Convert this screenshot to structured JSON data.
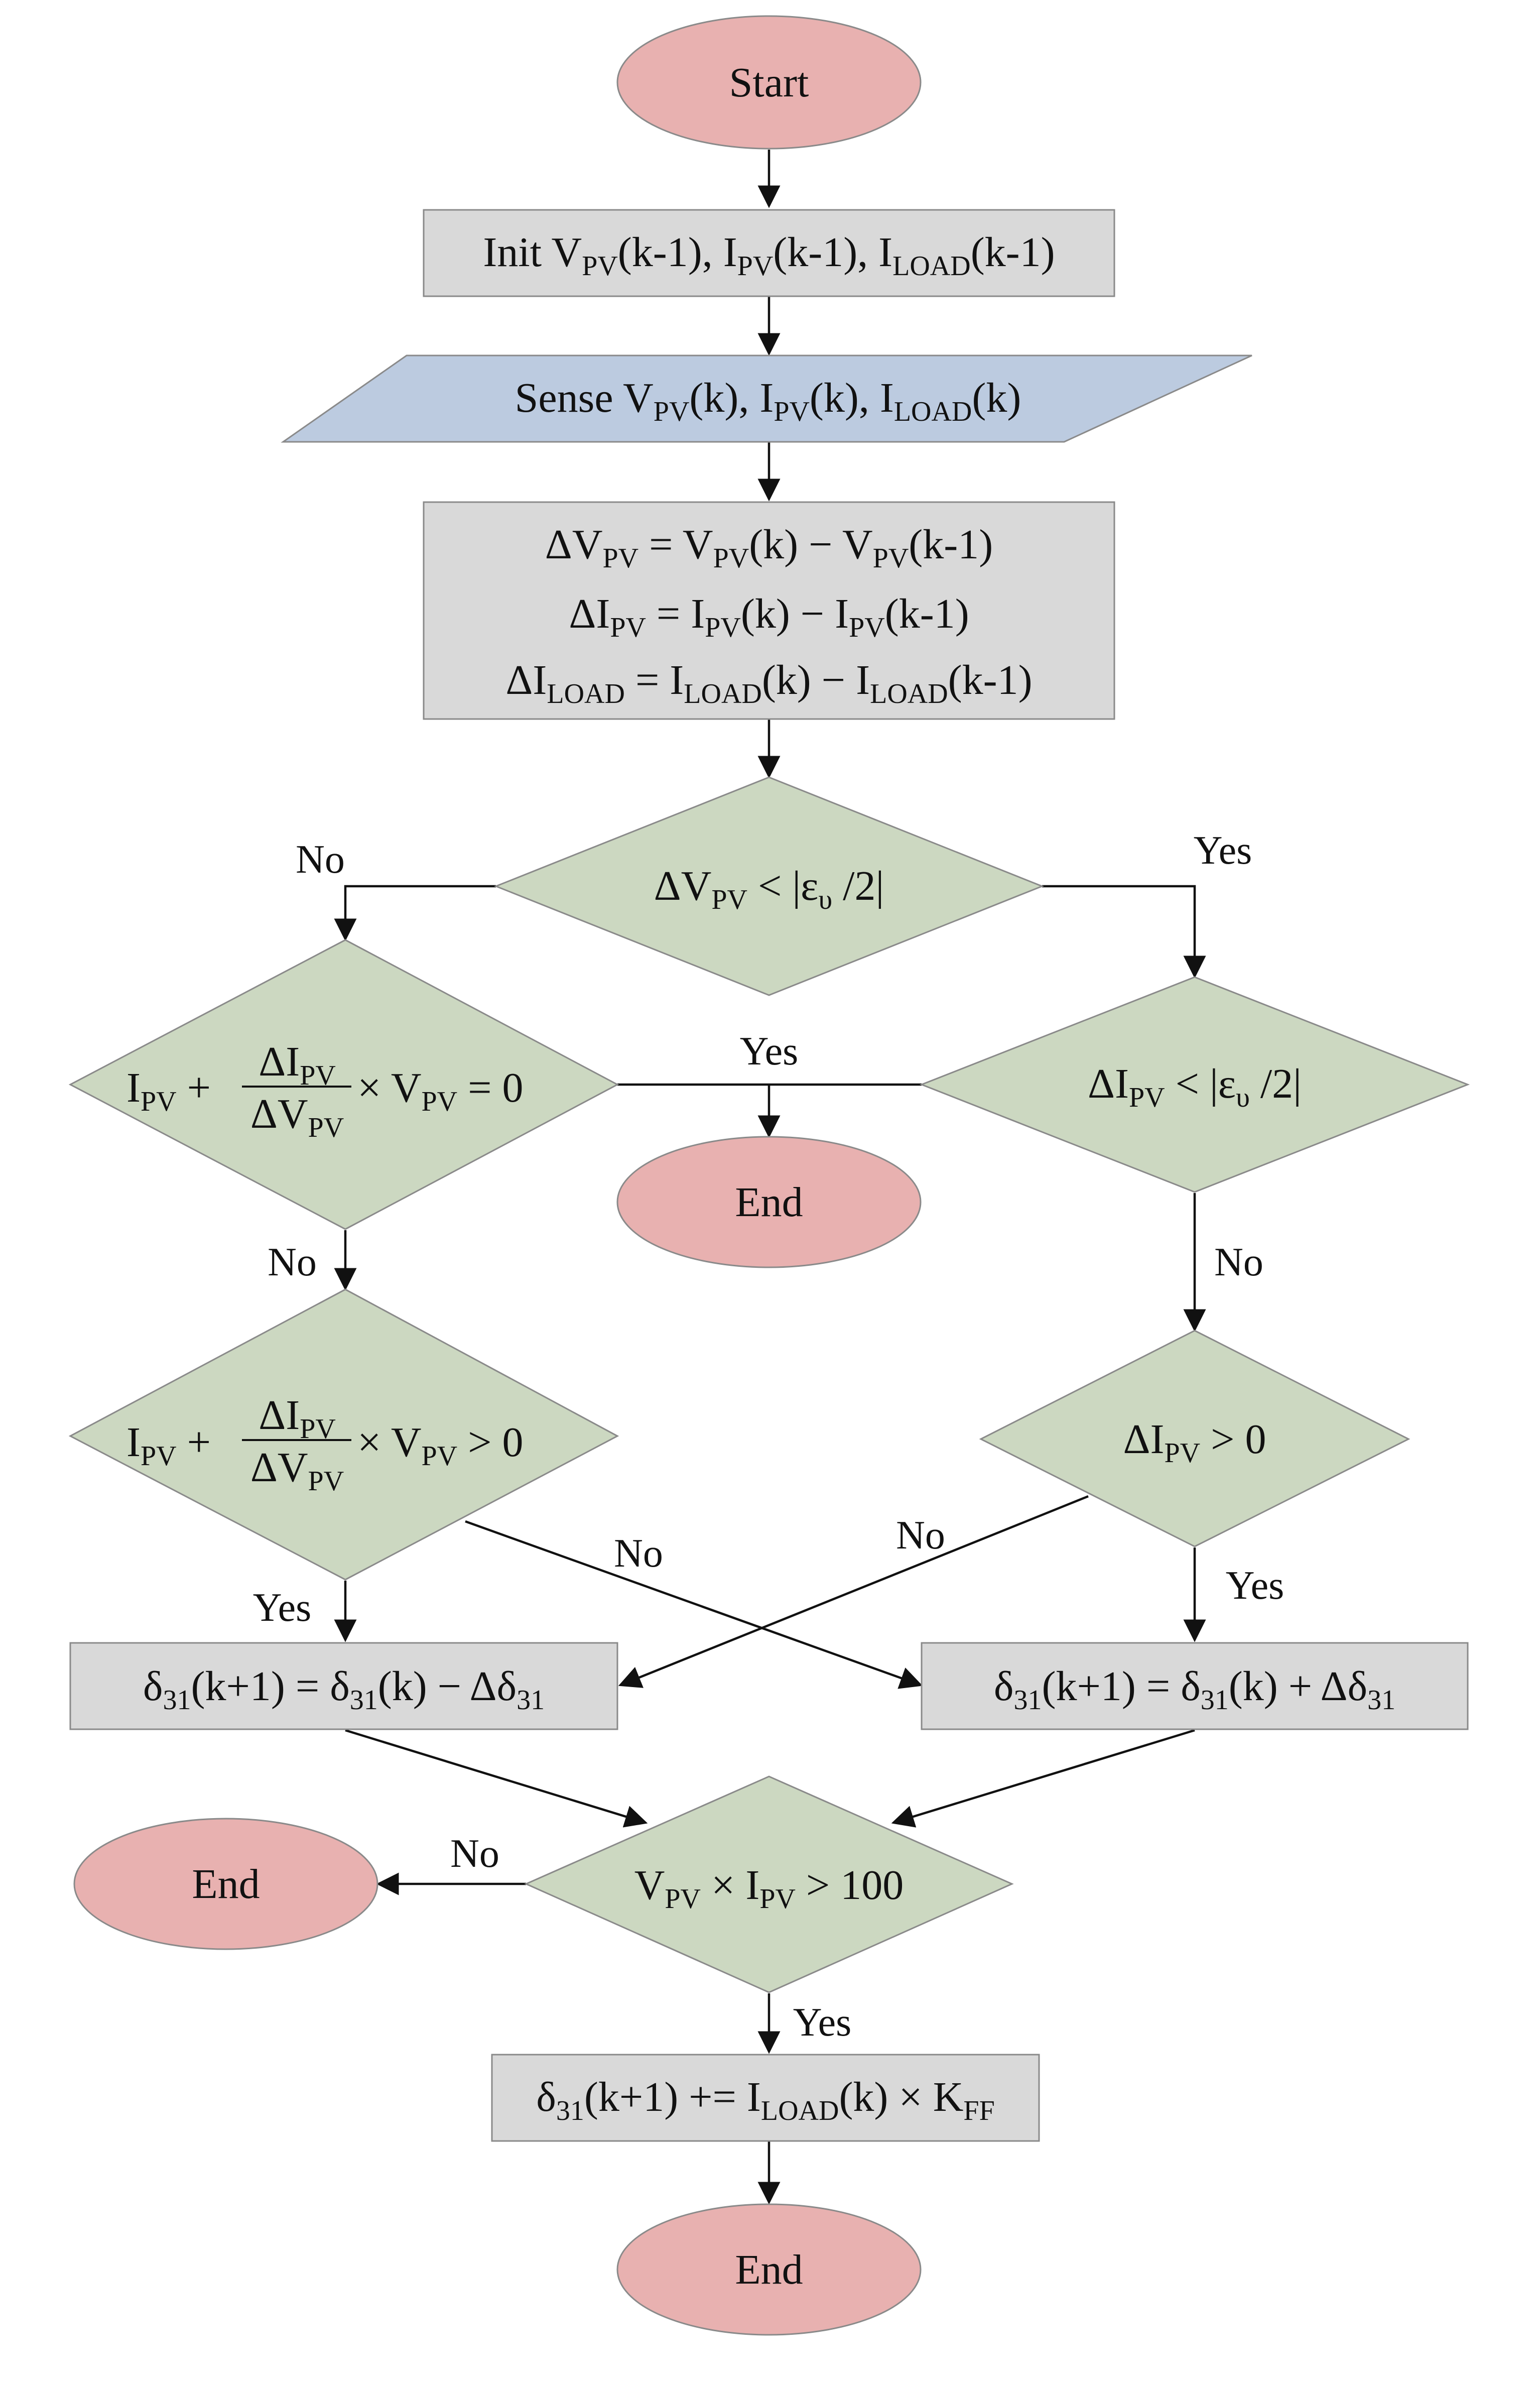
{
  "colors": {
    "terminal": "#e8b1b0",
    "process": "#d9d9d9",
    "io": "#bccbe0",
    "decision": "#ccd8c1",
    "stroke": "#8a8a8a",
    "line": "#111111"
  },
  "nodes": {
    "start": {
      "label": "Start"
    },
    "init": {
      "label": "Init V_PV(k-1), I_PV(k-1), I_LOAD(k-1)"
    },
    "sense": {
      "label": "Sense V_PV(k), I_PV(k), I_LOAD(k)"
    },
    "deltas": {
      "line1": "ΔV_PV = V_PV(k) − V_PV(k-1)",
      "line2": "ΔI_PV = I_PV(k) − I_PV(k-1)",
      "line3": "ΔI_LOAD = I_LOAD(k) − I_LOAD(k-1)"
    },
    "dec_dv": {
      "label": "ΔV_PV < |ε_υ /2|"
    },
    "dec_inc_eq": {
      "label": "I_PV + (ΔI_PV / ΔV_PV) × V_PV = 0"
    },
    "dec_di": {
      "label": "ΔI_PV < |ε_υ /2|"
    },
    "end_mid": {
      "label": "End"
    },
    "dec_inc_gt": {
      "label": "I_PV + (ΔI_PV / ΔV_PV) × V_PV > 0"
    },
    "dec_di_pos": {
      "label": "ΔI_PV > 0"
    },
    "dec_minus": {
      "label": "δ31(k+1) = δ31(k) − Δδ31"
    },
    "dec_plus": {
      "label": "δ31(k+1) = δ31(k) + Δδ31"
    },
    "dec_power": {
      "label": "V_PV × I_PV > 100"
    },
    "end_left": {
      "label": "End"
    },
    "feedforward": {
      "label": "δ31(k+1) += I_LOAD(k) × K_FF"
    },
    "end_bottom": {
      "label": "End"
    }
  },
  "edge_labels": {
    "dv_no": "No",
    "dv_yes": "Yes",
    "zero_yes": "Yes",
    "inc_eq_no": "No",
    "di_no": "No",
    "inc_gt_yes": "Yes",
    "inc_gt_no": "No",
    "di_pos_no": "No",
    "di_pos_yes": "Yes",
    "power_no": "No",
    "power_yes": "Yes"
  }
}
